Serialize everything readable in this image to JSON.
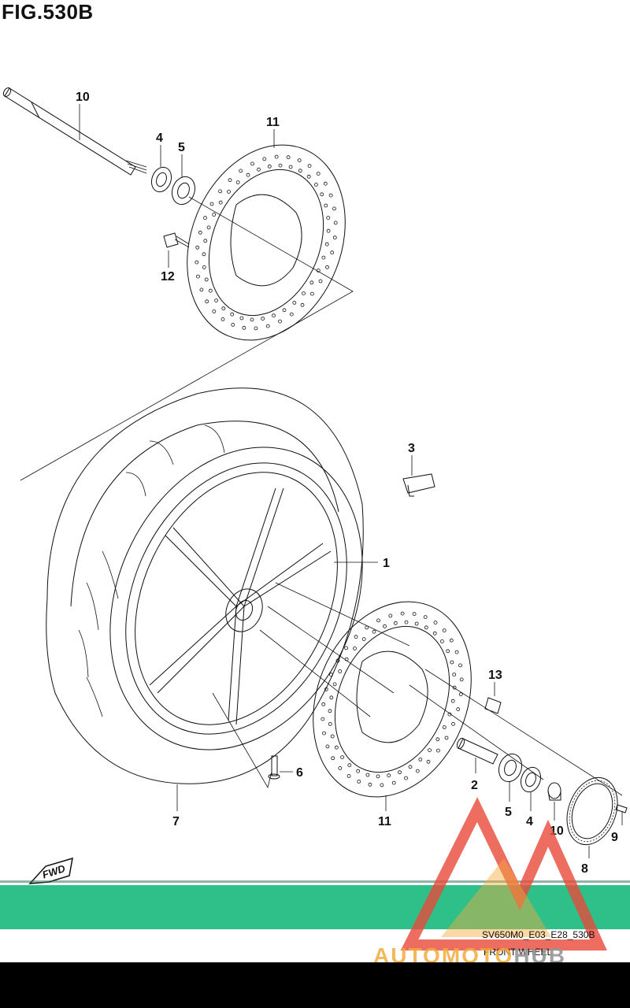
{
  "figure": {
    "title": "FIG.530B"
  },
  "callouts": [
    {
      "id": "c1",
      "label": "1"
    },
    {
      "id": "c2",
      "label": "2"
    },
    {
      "id": "c3",
      "label": "3"
    },
    {
      "id": "c4a",
      "label": "4"
    },
    {
      "id": "c4b",
      "label": "4"
    },
    {
      "id": "c5a",
      "label": "5"
    },
    {
      "id": "c5b",
      "label": "5"
    },
    {
      "id": "c6",
      "label": "6"
    },
    {
      "id": "c7",
      "label": "7"
    },
    {
      "id": "c8",
      "label": "8"
    },
    {
      "id": "c9",
      "label": "9"
    },
    {
      "id": "c10a",
      "label": "10"
    },
    {
      "id": "c10b",
      "label": "10"
    },
    {
      "id": "c11a",
      "label": "11"
    },
    {
      "id": "c11b",
      "label": "11"
    },
    {
      "id": "c12",
      "label": "12"
    },
    {
      "id": "c13",
      "label": "13"
    }
  ],
  "fwd_mark": "FWD",
  "footer": {
    "code": "SV650M0_E03_E28_530B",
    "caption": "FRONT WHEEL"
  },
  "watermark": {
    "text_main": "AUTOMOTO",
    "text_hub": "HUB"
  },
  "colors": {
    "band": "#2fc08a",
    "watermark_red": "#e84a3a",
    "watermark_orange": "#f5aa3c"
  }
}
